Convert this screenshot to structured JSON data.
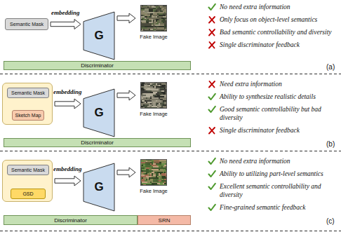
{
  "diagram": {
    "nodes": [
      {
        "text": [
          "Semantic Mask"
        ]
      },
      {
        "text": [
          "G"
        ]
      },
      {
        "text": [
          "Fake Image"
        ]
      },
      {
        "text": [
          "Discriminator"
        ]
      },
      {
        "text": []
      },
      {
        "text": [
          "Semantic Mask"
        ],
        "in": 4
      },
      {
        "text": [
          "Sketch Map"
        ],
        "in": 4
      },
      {
        "text": [
          "G"
        ]
      },
      {
        "text": [
          "Fake Image"
        ]
      },
      {
        "text": [
          "Discriminator"
        ]
      },
      {
        "text": []
      },
      {
        "text": [
          "Semantic Mask"
        ],
        "in": 10
      },
      {
        "text": [
          "GSD"
        ],
        "in": 10
      },
      {
        "text": [
          "G"
        ]
      },
      {
        "text": [
          "Fake Image"
        ]
      },
      {
        "text": [
          "Discriminator"
        ]
      },
      {
        "text": [
          "SRN"
        ]
      }
    ],
    "edges": [
      {
        "from": 0,
        "to": 1,
        "label": "embedding",
        "arrow": "to"
      },
      {
        "from": 1,
        "to": 2,
        "arrow": "to"
      },
      {
        "from": 4,
        "to": 7,
        "label": "embedding",
        "arrow": "to"
      },
      {
        "from": 7,
        "to": 8,
        "arrow": "to"
      },
      {
        "from": 11,
        "to": 12,
        "arrow": "to"
      },
      {
        "from": 10,
        "to": 13,
        "label": "embedding",
        "arrow": "to"
      },
      {
        "from": 13,
        "to": 14,
        "arrow": "to"
      }
    ],
    "labels": [
      "No need extra information",
      "Only focus on object-level semantics",
      "Bad semantic controllability and diversity",
      "Single discriminator feedback",
      "(a)",
      "Need extra information",
      "Ability to synthesize realistic details",
      "Good semantic controllability but bad diversity",
      "Single discriminator feedback",
      "(b)",
      "No need extra information",
      "Ability to utilizing part-level semantics",
      "Excellent semantic controllability and diversity",
      "Fine-grained semantic feedback",
      "(c)"
    ]
  }
}
